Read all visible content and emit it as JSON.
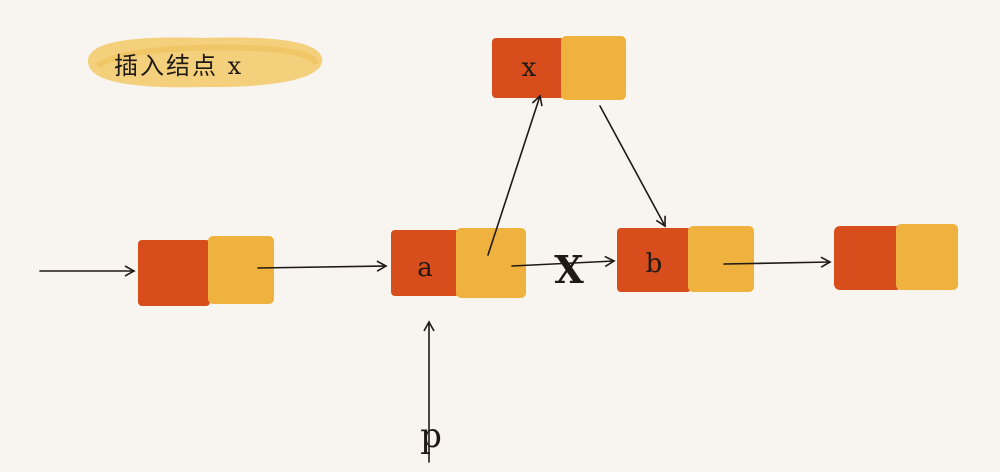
{
  "title": "插入结点 x",
  "nodes": [
    {
      "id": "head",
      "label": ""
    },
    {
      "id": "a",
      "label": "a"
    },
    {
      "id": "x",
      "label": "x"
    },
    {
      "id": "b",
      "label": "b"
    },
    {
      "id": "tail",
      "label": ""
    }
  ],
  "pointer_label": "p",
  "cross_mark": "X",
  "colors": {
    "data_cell": "#d84d1c",
    "next_cell": "#efb23e",
    "highlight": "#f3cd75",
    "stroke": "#1f1a15",
    "background": "#f8f4ef"
  }
}
